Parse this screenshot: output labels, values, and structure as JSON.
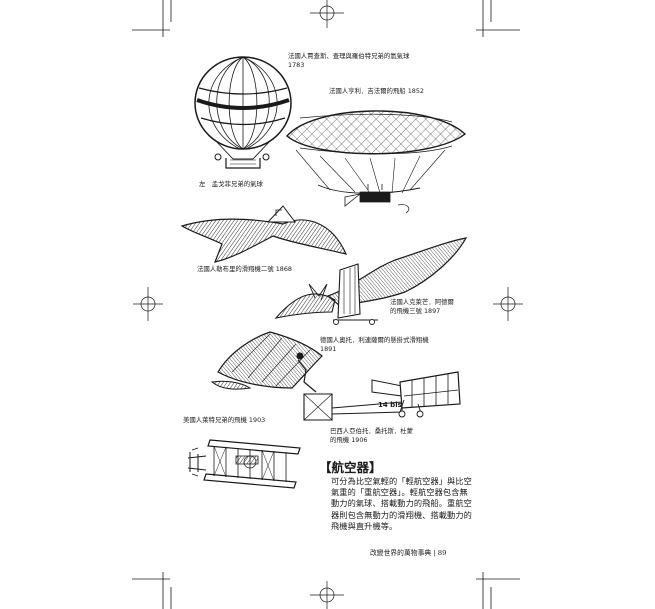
{
  "captions": {
    "montgolfier": "法國人賈查斯、查理與羅伯特兄弟的氫氣球",
    "montgolfier_year": "1783",
    "giffard": "法國人亨利．吉法爾的飛船 1852",
    "left_balloon": "左　孟戈菲兄弟的氣球",
    "lebris": "法國人勒布里的滑翔機二號 1868",
    "ader": "法國人克萊芒．阿德爾",
    "ader_sub": "的飛機三號 1897",
    "lilienthal": "德國人奧托．利連薩爾的懸掛式滑翔機",
    "lilienthal_year": "1891",
    "wright": "美國人萊特兄弟的飛機 1903",
    "dumont": "巴西人亞伯托．桑托斯．杜蒙",
    "dumont_sub": "的飛機 1906"
  },
  "section": {
    "heading": "【航空器】",
    "body": "可分為比空氣輕的「輕航空器」與比空氣重的「重航空器」。輕航空器包含無動力的氣球、搭載動力的飛船。重航空器則包含無動力的滑翔機、搭載動力的飛機與直升機等。"
  },
  "footer": "改變世界的萬物事典 | 89",
  "colors": {
    "ink": "#1a1a1a",
    "paper": "#ffffff"
  }
}
